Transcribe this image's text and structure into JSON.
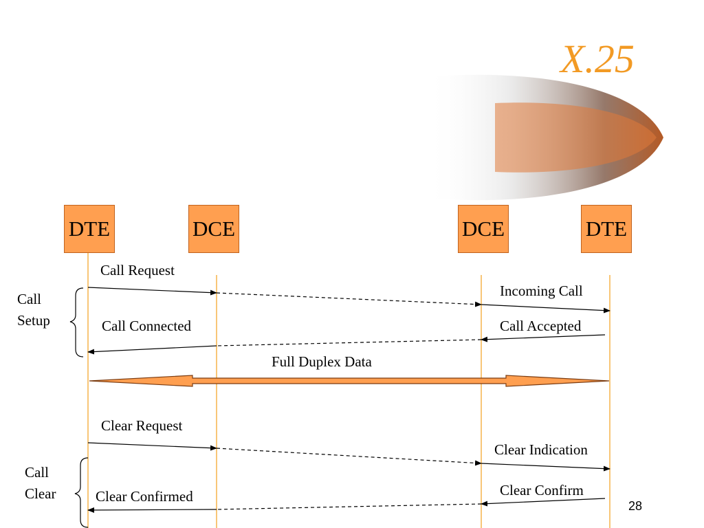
{
  "title": "X.25",
  "page_number": "28",
  "entities": [
    "DTE",
    "DCE",
    "DCE",
    "DTE"
  ],
  "groups": {
    "call_setup": [
      "Call",
      "Setup"
    ],
    "call_clear": [
      "Call",
      "Clear"
    ]
  },
  "messages": {
    "call_request": "Call Request",
    "incoming_call": "Incoming Call",
    "call_connected": "Call Connected",
    "call_accepted": "Call Accepted",
    "full_duplex": "Full Duplex Data",
    "clear_request": "Clear Request",
    "clear_indication": "Clear Indication",
    "clear_confirm": "Clear Confirm",
    "clear_confirmed": "Clear Confirmed"
  },
  "colors": {
    "title": "#f29a24",
    "box_fill": "#ff9f50",
    "lifeline": "#f5b34a",
    "duplex_arrow": "#ff9f50"
  }
}
